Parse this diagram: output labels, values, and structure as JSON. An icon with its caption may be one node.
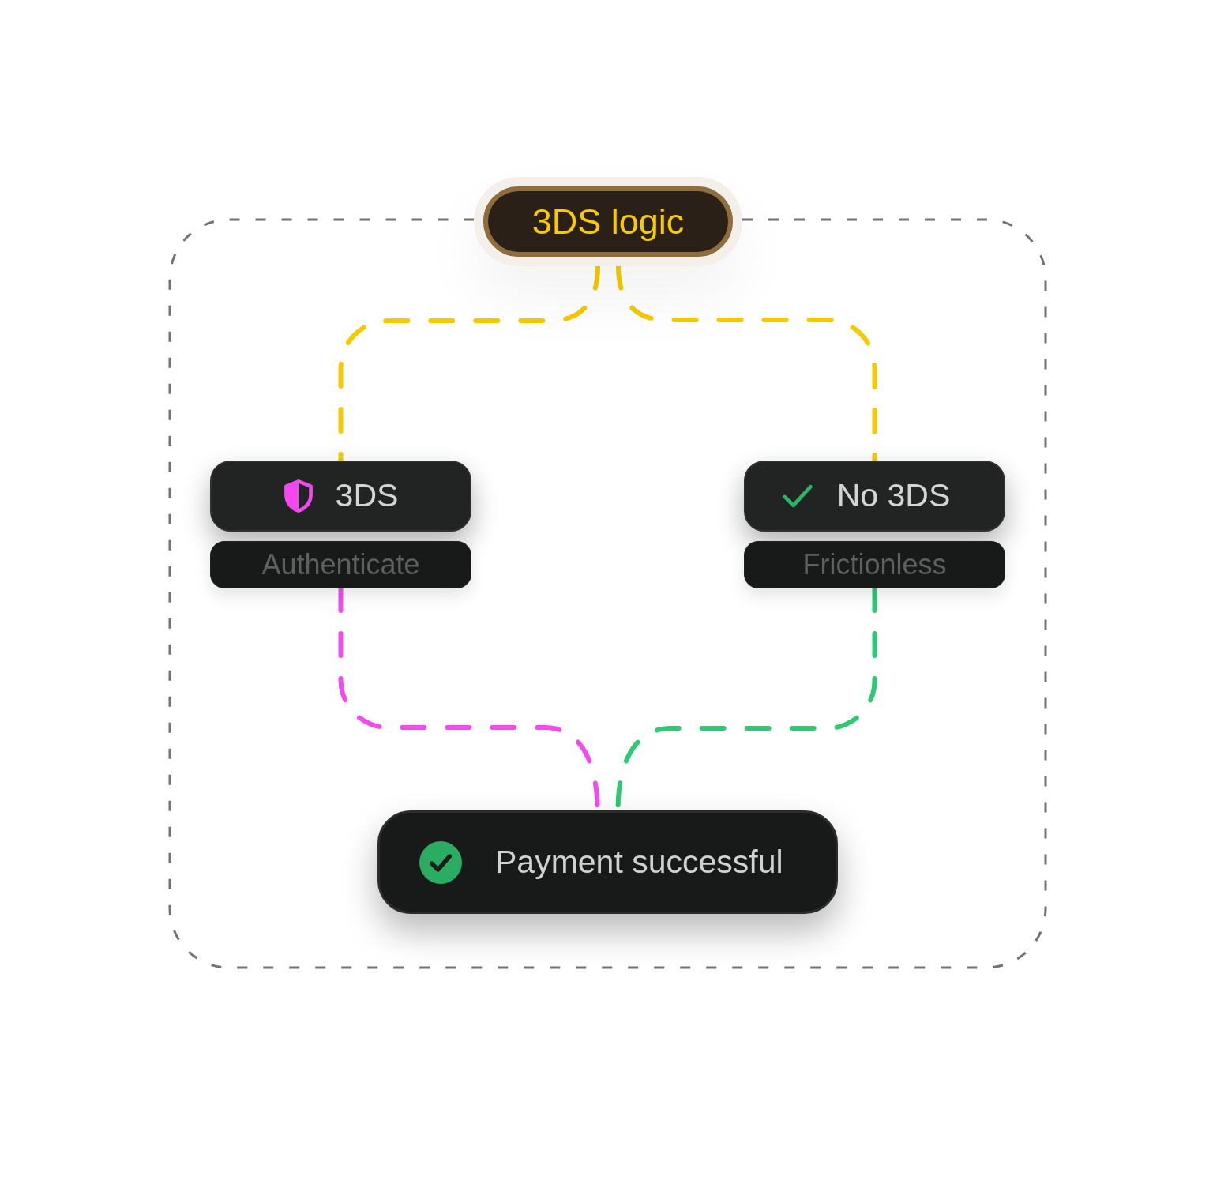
{
  "diagram": {
    "nodes": [
      {
        "text": [
          "3DS logic"
        ]
      },
      {
        "text": [
          "3DS"
        ]
      },
      {
        "text": [
          "Authenticate"
        ]
      },
      {
        "text": [
          "No 3DS"
        ]
      },
      {
        "text": [
          "Frictionless"
        ]
      },
      {
        "text": [
          "Payment successful"
        ]
      }
    ],
    "edges": [
      {
        "from": 0,
        "to": 1,
        "arrow": "none",
        "style": "dashed",
        "color": "#f7c900"
      },
      {
        "from": 0,
        "to": 3,
        "arrow": "none",
        "style": "dashed",
        "color": "#f7c900"
      },
      {
        "from": 2,
        "to": 5,
        "arrow": "none",
        "style": "dashed",
        "color": "#f24cf0"
      },
      {
        "from": 4,
        "to": 5,
        "arrow": "none",
        "style": "dashed",
        "color": "#2dc973"
      }
    ]
  }
}
